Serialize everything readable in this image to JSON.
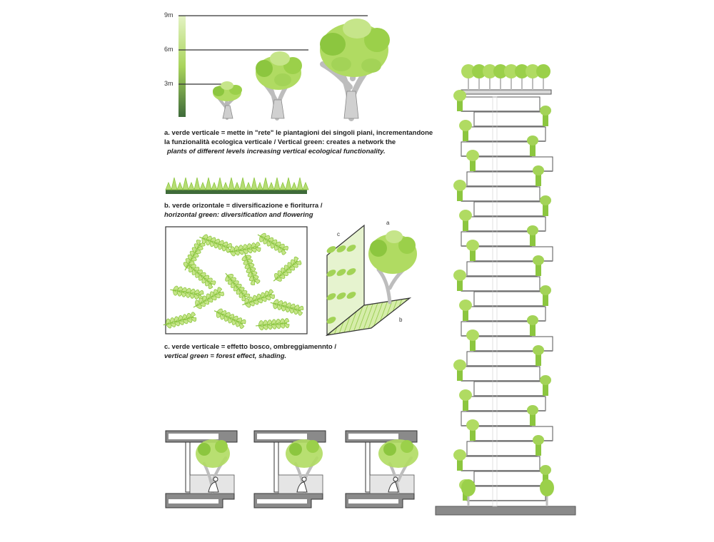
{
  "scale": {
    "labels": [
      "9m",
      "6m",
      "3m"
    ]
  },
  "captions": {
    "a": {
      "line1": "a. verde verticale = mette in \"rete\" le piantagioni dei singoli piani, incrementandone",
      "line2": "la funzionalità ecologica verticale / Vertical green: creates a network the",
      "line3": "plants of different levels increasing vertical ecological functionality."
    },
    "b": {
      "line1": "b. verde orizontale = diversificazione e fioriturra /",
      "line2": "horizontal green: diversification and flowering"
    },
    "c": {
      "line1": "c. verde verticale = effetto bosco, ombreggiamennto /",
      "line2": "vertical green = forest effect, shading."
    }
  },
  "panel_letters": {
    "a": "a",
    "b": "b",
    "c": "c"
  },
  "colors": {
    "green_light": "#c6e58a",
    "green_mid": "#8cc63f",
    "green_dark": "#3f6b3a",
    "trunk_gray": "#b8b8b8",
    "line_dark": "#333333",
    "slab_gray": "#8a8a8a"
  }
}
